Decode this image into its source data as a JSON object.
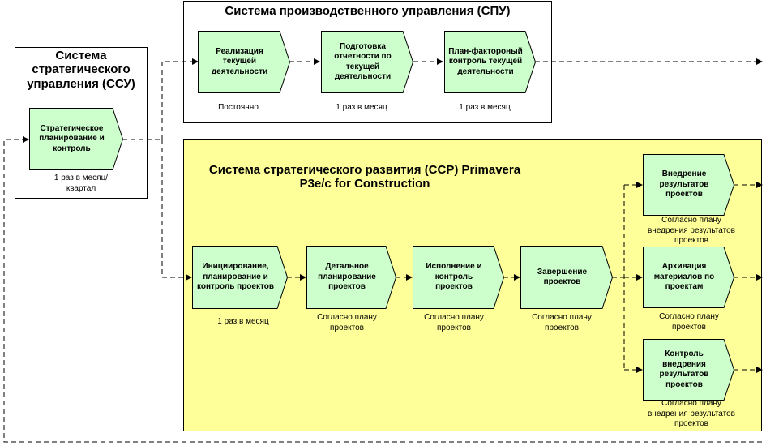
{
  "ssu": {
    "title": "Система стратегического управления (ССУ)",
    "process": "Стратегическое планирование и контроль",
    "frequency": "1 раз в месяц/ квартал"
  },
  "spu": {
    "title": "Система производственного управления (СПУ)",
    "processes": [
      {
        "label": "Реализация текущей деятельности",
        "frequency": "Постоянно"
      },
      {
        "label": "Подготовка отчетности по текущей деятельности",
        "frequency": "1 раз в месяц"
      },
      {
        "label": "План-фактороный контроль текущей деятельности",
        "frequency": "1 раз в месяц"
      }
    ]
  },
  "ssr": {
    "title": "Система стратегического развития (ССР) Primavera P3e/c for Construction",
    "processes": [
      {
        "label": "Инициирование, планирование и контроль проектов",
        "frequency": "1 раз в месяц"
      },
      {
        "label": "Детальное планирование проектов",
        "frequency": "Согласно плану проектов"
      },
      {
        "label": "Исполнение и контроль проектов",
        "frequency": "Согласно плану проектов"
      },
      {
        "label": "Завершение проектов",
        "frequency": "Согласно плану проектов"
      }
    ],
    "outcomes": [
      {
        "label": "Внедрение результатов проектов",
        "frequency": "Согласно плану внедрения результатов проектов"
      },
      {
        "label": "Архивация материалов по проектам",
        "frequency": "Согласно плану проектов"
      },
      {
        "label": "Контроль внедрения результатов проектов",
        "frequency": "Согласно плану внедрения результатов проектов"
      }
    ]
  },
  "colors": {
    "process_fill": "#ccffcc",
    "ssr_background": "#ffff99",
    "line": "#000000"
  }
}
